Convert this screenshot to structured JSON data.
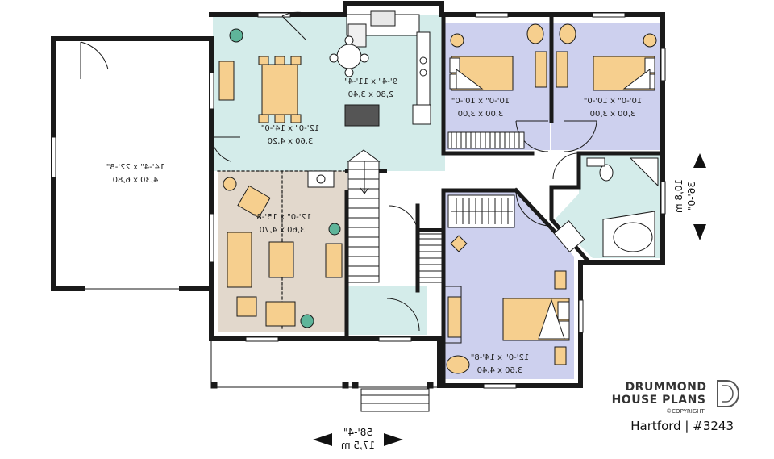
{
  "rooms": {
    "garage": {
      "line1": "14'-4\" x 22'-8\"",
      "line2": "4,30 x 6,80"
    },
    "dining": {
      "line1": "12'-0\" x 14'-0\"",
      "line2": "3,60 x 4,20"
    },
    "kitchen": {
      "line1": "9'-4\" x 11'-4\"",
      "line2": "2,80 x 3,40"
    },
    "living": {
      "line1": "12'-0\" x 15'-8\"",
      "line2": "3,60 x 4,70"
    },
    "bedroom_a": {
      "line1": "10'-0\" x 10'-0\"",
      "line2": "3,00 x 3,00"
    },
    "bedroom_b": {
      "line1": "10'-0\" x 10'-0\"",
      "line2": "3,00 x 3,00"
    },
    "master": {
      "line1": "12'-0\" x 14'-8\"",
      "line2": "3,60 x 4,40"
    }
  },
  "overall": {
    "depth_ft": "36'-0\"",
    "depth_m": "10,8 m",
    "width_ft": "58'-4\"",
    "width_m": "17,5 m"
  },
  "brand": {
    "line1": "DRUMMOND",
    "line2": "HOUSE PLANS",
    "copyright": "©COPYRIGHT"
  },
  "caption": "Hartford | #3243",
  "colors": {
    "wall": "#1a1a1a",
    "kitchen_floor": "#d4ecea",
    "living_floor": "#e2d8cc",
    "bedroom_floor": "#cdd0ee",
    "furniture": "#f6cf8e"
  }
}
